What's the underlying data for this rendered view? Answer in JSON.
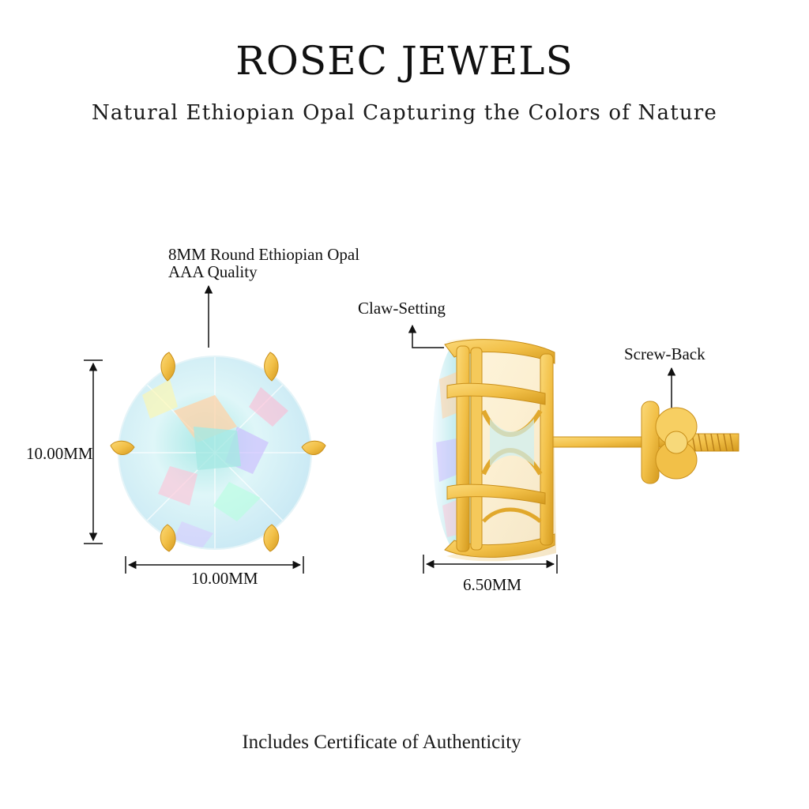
{
  "header": {
    "brand": "ROSEC JEWELS",
    "tagline": "Natural Ethiopian Opal Capturing the Colors of Nature"
  },
  "front_view": {
    "stone_label_line1": "8MM Round Ethiopian Opal",
    "stone_label_line2": "AAA Quality",
    "height_label": "10.00MM",
    "width_label": "10.00MM"
  },
  "side_view": {
    "setting_label": "Claw-Setting",
    "back_label": "Screw-Back",
    "depth_label": "6.50MM"
  },
  "footer": {
    "certificate": "Includes Certificate of Authenticity"
  },
  "colors": {
    "gold": "#f2c048",
    "gold_dark": "#d49a1e",
    "opal_base": "#cdeff2",
    "line": "#111111"
  }
}
